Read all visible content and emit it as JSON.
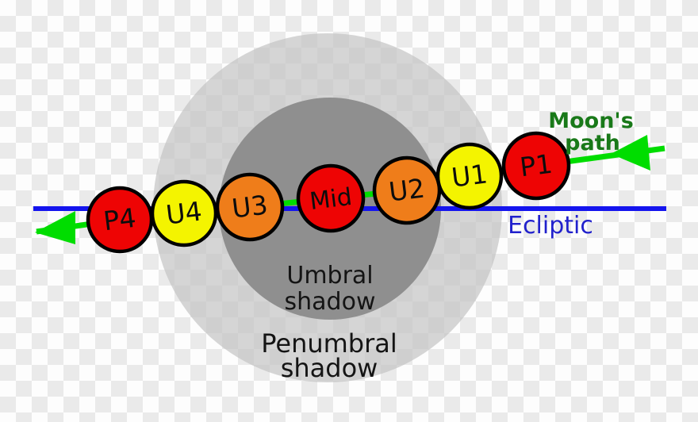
{
  "diagram": {
    "labels": {
      "moons_path_line1": "Moon's",
      "moons_path_line2": "path",
      "ecliptic": "Ecliptic",
      "umbral_line1": "Umbral",
      "umbral_line2": "shadow",
      "penumbral_line1": "Penumbral",
      "penumbral_line2": "shadow"
    },
    "contacts": [
      {
        "label": "P4",
        "color": "#ee0404"
      },
      {
        "label": "U4",
        "color": "#f4f400"
      },
      {
        "label": "U3",
        "color": "#ef7d1a"
      },
      {
        "label": "Mid",
        "color": "#ee0404"
      },
      {
        "label": "U2",
        "color": "#ef7d1a"
      },
      {
        "label": "U1",
        "color": "#f4f400"
      },
      {
        "label": "P1",
        "color": "#ee0404"
      }
    ],
    "colors": {
      "checker_light": "#fdfdfd",
      "checker_dark": "#eaeaea",
      "penumbra_fill": "rgba(197,197,197,0.72)",
      "umbra_fill": "#8f8f8f",
      "ecliptic_line": "#1414ee",
      "ecliptic_text": "#2121cc",
      "path_line": "#00dd00",
      "path_text": "#197919",
      "circle_outline": "#000000"
    }
  }
}
